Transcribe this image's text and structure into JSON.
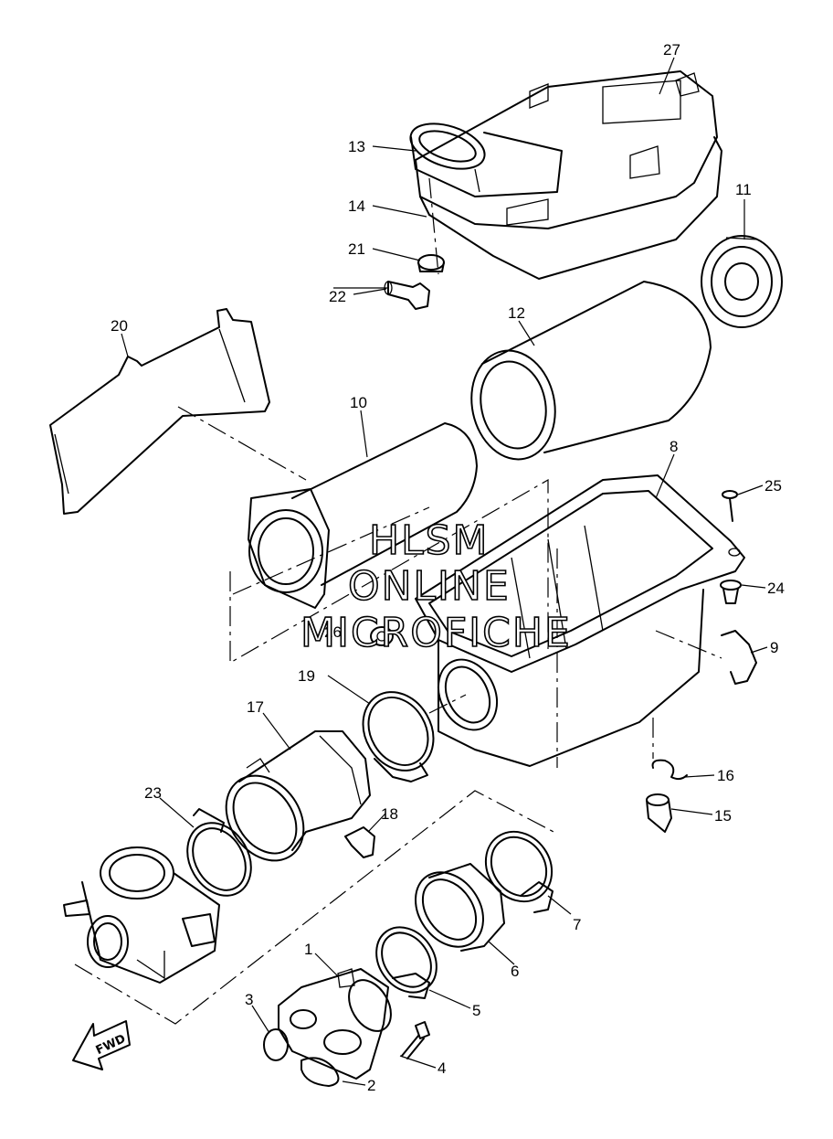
{
  "watermark": {
    "line1": "HLSM",
    "line2": "ONLINE",
    "line3": "MICROFICHE"
  },
  "direction_label": "FWD",
  "callouts": {
    "p1": "1",
    "p2": "2",
    "p3": "3",
    "p4": "4",
    "p5": "5",
    "p6": "6",
    "p7": "7",
    "p8": "8",
    "p9": "9",
    "p10": "10",
    "p11": "11",
    "p12": "12",
    "p13": "13",
    "p14": "14",
    "p15": "15",
    "p16": "16",
    "p17": "17",
    "p18": "18",
    "p19": "19",
    "p20": "20",
    "p21": "21",
    "p22": "22",
    "p23": "23",
    "p24": "24",
    "p25": "25",
    "p26": "26",
    "p27": "27"
  }
}
